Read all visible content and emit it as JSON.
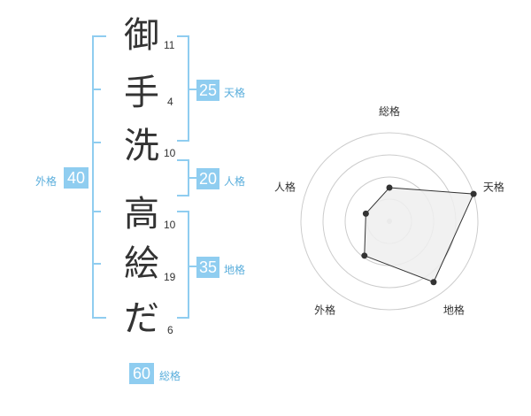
{
  "name_chars": [
    {
      "char": "御",
      "strokes": "11"
    },
    {
      "char": "手",
      "strokes": "4"
    },
    {
      "char": "洗",
      "strokes": "10"
    },
    {
      "char": "高",
      "strokes": "10"
    },
    {
      "char": "絵",
      "strokes": "19"
    },
    {
      "char": "だ",
      "strokes": "6"
    }
  ],
  "scores": {
    "tenkaku": {
      "value": "25",
      "label": "天格"
    },
    "jinkaku": {
      "value": "20",
      "label": "人格"
    },
    "chikaku": {
      "value": "35",
      "label": "地格"
    },
    "gaikaku": {
      "value": "40",
      "label": "外格"
    },
    "soukaku": {
      "value": "60",
      "label": "総格"
    }
  },
  "chart_data": {
    "type": "radar",
    "axes": [
      "総格",
      "天格",
      "地格",
      "外格",
      "人格"
    ],
    "values": [
      0.38,
      1.0,
      0.85,
      0.48,
      0.28
    ],
    "rings": 4,
    "colors": {
      "line": "#333333",
      "fill": "#eeeeee",
      "grid": "#cccccc"
    }
  },
  "colors": {
    "accent": "#8fcdf0",
    "accent_text": "#5aaedc"
  }
}
